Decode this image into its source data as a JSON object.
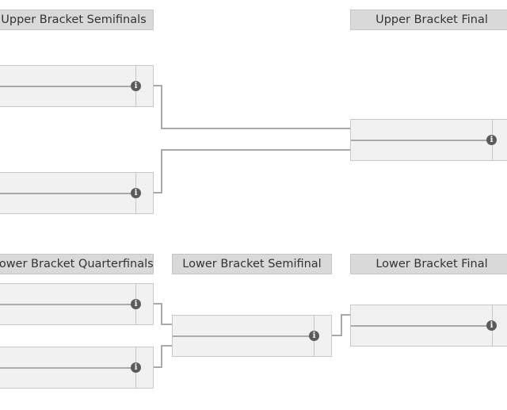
{
  "rounds": {
    "upper_semifinals": "Upper Bracket Semifinals",
    "upper_final": "Upper Bracket Final",
    "lower_quarterfinals": "Lower Bracket Quarterfinals",
    "lower_semifinal": "Lower Bracket Semifinal",
    "lower_final": "Lower Bracket Final"
  },
  "icons": {
    "info": "info-icon",
    "info_glyph": "i"
  },
  "colors": {
    "header_bg": "#d9d9d9",
    "match_bg": "#f1f1f1",
    "connector": "#a9a9a9",
    "info_icon": "#5b5b5b"
  }
}
